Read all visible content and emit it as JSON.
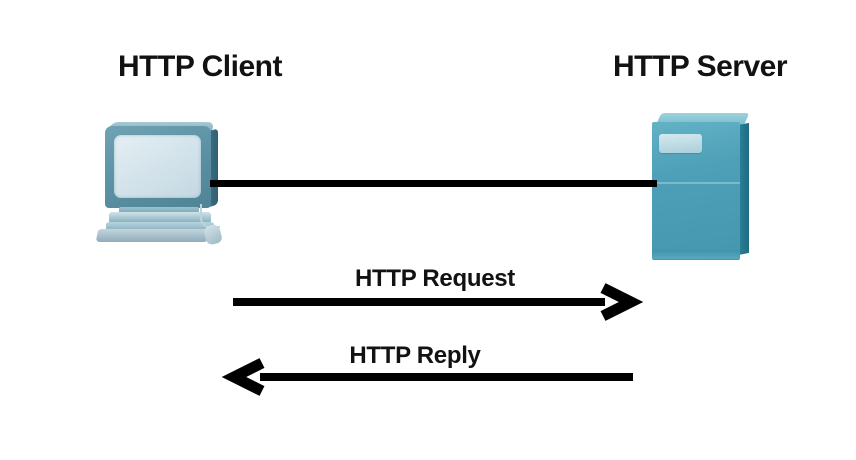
{
  "diagram": {
    "title": "HTTP Client Server Request Reply Diagram",
    "background_color": "#ffffff",
    "line_color": "#000000",
    "text_color": "#121212"
  },
  "nodes": {
    "client": {
      "label": "HTTP Client",
      "icon": "desktop-computer-icon",
      "colors": {
        "bezel": "#5d93a6",
        "screen": "#d2e2ea",
        "base": "#8fadba",
        "shadow": "#2f5f72"
      }
    },
    "server": {
      "label": "HTTP Server",
      "icon": "server-tower-icon",
      "colors": {
        "front": "#4ea0b8",
        "top": "#6eb8c9",
        "side": "#1d6e85",
        "panel": "#aacfdb"
      }
    }
  },
  "link": {
    "name": "client-server-link",
    "color": "#000000"
  },
  "messages": [
    {
      "label": "HTTP Request",
      "direction": "client-to-server",
      "arrow": "right-arrow-icon",
      "color": "#000000"
    },
    {
      "label": "HTTP Reply",
      "direction": "server-to-client",
      "arrow": "left-arrow-icon",
      "color": "#000000"
    }
  ]
}
